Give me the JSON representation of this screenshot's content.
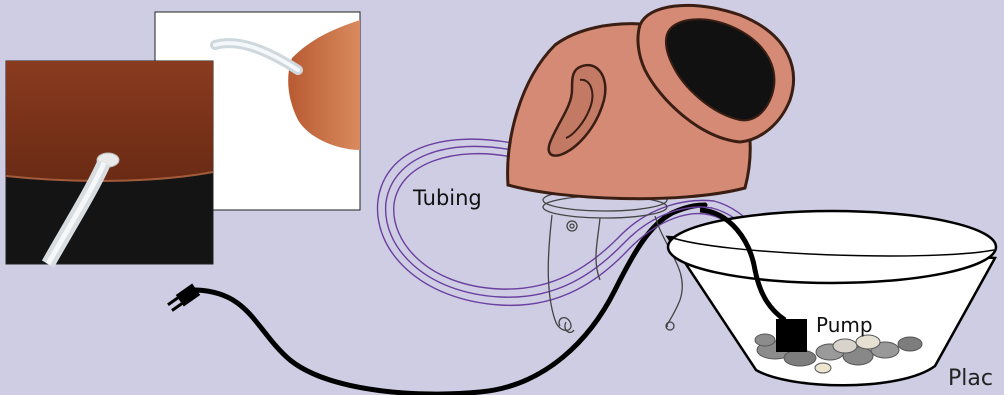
{
  "labels": {
    "tubing": "Tubing",
    "pump": "Pump",
    "place": "Plac"
  },
  "colors": {
    "background": "#cfcde3",
    "terracotta": "#d48a74",
    "terracotta_dark": "#b8654c",
    "tubing": "#6a3fa0",
    "cord": "#000000",
    "bowl": "#ffffff",
    "rocks": "#8c8c8c"
  },
  "icons": [
    "plug-icon"
  ]
}
